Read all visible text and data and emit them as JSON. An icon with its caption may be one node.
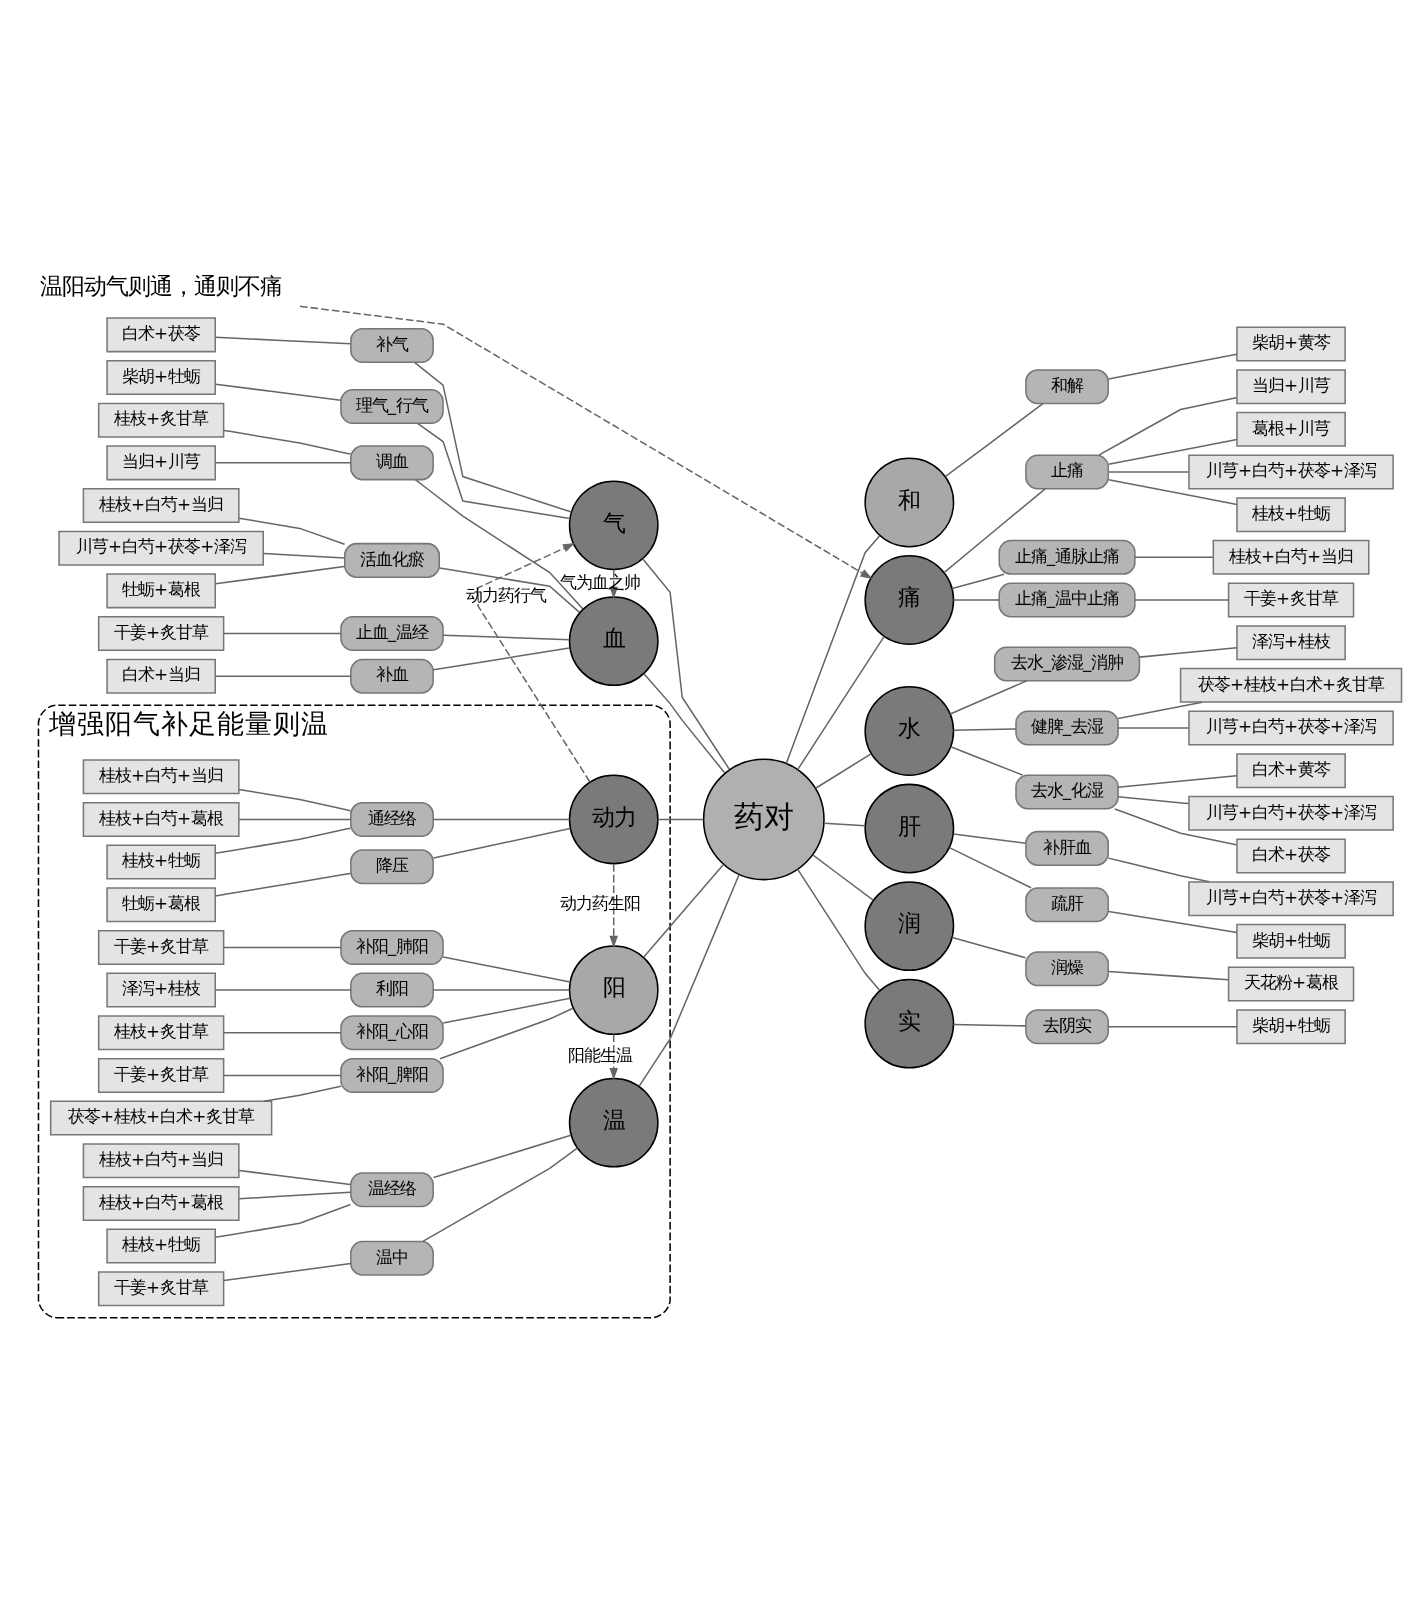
{
  "diagram": {
    "nodes": [
      {
        "text": [
          "增强阳气补足能量则温"
        ]
      },
      {
        "text": [
          "温"
        ],
        "in": 0
      },
      {
        "text": [
          "温经络"
        ],
        "in": 0
      },
      {
        "text": [
          "桂枝+白芍+当归"
        ],
        "in": 0
      },
      {
        "text": [
          "桂枝+白芍+葛根"
        ],
        "in": 0
      },
      {
        "text": [
          "桂枝+牡蛎"
        ],
        "in": 0
      },
      {
        "text": [
          "温中"
        ],
        "in": 0
      },
      {
        "text": [
          "干姜+炙甘草"
        ],
        "in": 0
      },
      {
        "text": [
          "阳"
        ],
        "in": 0
      },
      {
        "text": [
          "补阳_心阳"
        ],
        "in": 0
      },
      {
        "text": [
          "桂枝+炙甘草"
        ],
        "in": 0
      },
      {
        "text": [
          "补阳_脾阳"
        ],
        "in": 0
      },
      {
        "text": [
          "茯苓+桂枝+白术+炙甘草"
        ],
        "in": 0
      },
      {
        "text": [
          "干姜+炙甘草"
        ],
        "in": 0
      },
      {
        "text": [
          "补阳_肺阳"
        ],
        "in": 0
      },
      {
        "text": [
          "干姜+炙甘草"
        ],
        "in": 0
      },
      {
        "text": [
          "利阳"
        ],
        "in": 0
      },
      {
        "text": [
          "泽泻+桂枝"
        ],
        "in": 0
      },
      {
        "text": [
          "动力"
        ],
        "in": 0
      },
      {
        "text": [
          "通经络"
        ],
        "in": 0
      },
      {
        "text": [
          "桂枝+白芍+当归"
        ],
        "in": 0
      },
      {
        "text": [
          "桂枝+白芍+葛根"
        ],
        "in": 0
      },
      {
        "text": [
          "桂枝+牡蛎"
        ],
        "in": 0
      },
      {
        "text": [
          "降压"
        ],
        "in": 0
      },
      {
        "text": [
          "牡蛎+葛根"
        ],
        "in": 0
      },
      {
        "text": [
          "温阳动气则通，通则不痛"
        ]
      },
      {
        "text": [
          "药对"
        ]
      },
      {
        "text": [
          "气"
        ]
      },
      {
        "text": [
          "补气"
        ]
      },
      {
        "text": [
          "白术+茯苓"
        ]
      },
      {
        "text": [
          "理气_行气"
        ]
      },
      {
        "text": [
          "柴胡+牡蛎"
        ]
      },
      {
        "text": [
          "血"
        ]
      },
      {
        "text": [
          "调血"
        ]
      },
      {
        "text": [
          "桂枝+炙甘草"
        ]
      },
      {
        "text": [
          "当归+川芎"
        ]
      },
      {
        "text": [
          "活血化瘀"
        ]
      },
      {
        "text": [
          "桂枝+白芍+当归"
        ]
      },
      {
        "text": [
          "川芎+白芍+茯苓+泽泻"
        ]
      },
      {
        "text": [
          "牡蛎+葛根"
        ]
      },
      {
        "text": [
          "止血_温经"
        ]
      },
      {
        "text": [
          "干姜+炙甘草"
        ]
      },
      {
        "text": [
          "补血"
        ]
      },
      {
        "text": [
          "白术+当归"
        ]
      },
      {
        "text": [
          "和"
        ]
      },
      {
        "text": [
          "和解"
        ]
      },
      {
        "text": [
          "柴胡+黄芩"
        ]
      },
      {
        "text": [
          "痛"
        ]
      },
      {
        "text": [
          "止痛"
        ]
      },
      {
        "text": [
          "当归+川芎"
        ]
      },
      {
        "text": [
          "葛根+川芎"
        ]
      },
      {
        "text": [
          "川芎+白芍+茯苓+泽泻"
        ]
      },
      {
        "text": [
          "桂枝+牡蛎"
        ]
      },
      {
        "text": [
          "止痛_通脉止痛"
        ]
      },
      {
        "text": [
          "桂枝+白芍+当归"
        ]
      },
      {
        "text": [
          "止痛_温中止痛"
        ]
      },
      {
        "text": [
          "干姜+炙甘草"
        ]
      },
      {
        "text": [
          "水"
        ]
      },
      {
        "text": [
          "健脾_去湿"
        ]
      },
      {
        "text": [
          "茯苓+桂枝+白术+炙甘草"
        ]
      },
      {
        "text": [
          "川芎+白芍+茯苓+泽泻"
        ]
      },
      {
        "text": [
          "去水_化湿"
        ]
      },
      {
        "text": [
          "川芎+白芍+茯苓+泽泻"
        ]
      },
      {
        "text": [
          "白术+茯苓"
        ]
      },
      {
        "text": [
          "白术+黄芩"
        ]
      },
      {
        "text": [
          "去水_渗湿_消肿"
        ]
      },
      {
        "text": [
          "泽泻+桂枝"
        ]
      },
      {
        "text": [
          "肝"
        ]
      },
      {
        "text": [
          "补肝血"
        ]
      },
      {
        "text": [
          "川芎+白芍+茯苓+泽泻"
        ]
      },
      {
        "text": [
          "疏肝"
        ]
      },
      {
        "text": [
          "柴胡+牡蛎"
        ]
      },
      {
        "text": [
          "润"
        ]
      },
      {
        "text": [
          "润燥"
        ]
      },
      {
        "text": [
          "天花粉+葛根"
        ]
      },
      {
        "text": [
          "实"
        ]
      },
      {
        "text": [
          "去阴实"
        ]
      },
      {
        "text": [
          "柴胡+牡蛎"
        ]
      }
    ],
    "edges": [
      {
        "from": 3,
        "to": 2,
        "arrow": "none"
      },
      {
        "from": 4,
        "to": 2,
        "arrow": "none"
      },
      {
        "from": 5,
        "to": 2,
        "arrow": "none"
      },
      {
        "from": 2,
        "to": 1,
        "arrow": "none"
      },
      {
        "from": 7,
        "to": 6,
        "arrow": "none"
      },
      {
        "from": 6,
        "to": 1,
        "arrow": "none"
      },
      {
        "from": 1,
        "to": 26,
        "arrow": "none"
      },
      {
        "from": 10,
        "to": 9,
        "arrow": "none"
      },
      {
        "from": 9,
        "to": 8,
        "arrow": "none"
      },
      {
        "from": 12,
        "to": 11,
        "arrow": "none"
      },
      {
        "from": 13,
        "to": 11,
        "arrow": "none"
      },
      {
        "from": 11,
        "to": 8,
        "arrow": "none"
      },
      {
        "from": 15,
        "to": 14,
        "arrow": "none"
      },
      {
        "from": 14,
        "to": 8,
        "arrow": "none"
      },
      {
        "from": 17,
        "to": 16,
        "arrow": "none"
      },
      {
        "from": 16,
        "to": 8,
        "arrow": "none"
      },
      {
        "from": 8,
        "to": 26,
        "arrow": "none"
      },
      {
        "from": 20,
        "to": 19,
        "arrow": "none"
      },
      {
        "from": 21,
        "to": 19,
        "arrow": "none"
      },
      {
        "from": 22,
        "to": 19,
        "arrow": "none"
      },
      {
        "from": 19,
        "to": 18,
        "arrow": "none"
      },
      {
        "from": 24,
        "to": 23,
        "arrow": "none"
      },
      {
        "from": 23,
        "to": 18,
        "arrow": "none"
      },
      {
        "from": 18,
        "to": 26,
        "arrow": "none"
      },
      {
        "from": 29,
        "to": 28,
        "arrow": "none"
      },
      {
        "from": 28,
        "to": 27,
        "arrow": "none"
      },
      {
        "from": 31,
        "to": 30,
        "arrow": "none"
      },
      {
        "from": 30,
        "to": 27,
        "arrow": "none"
      },
      {
        "from": 27,
        "to": 26,
        "arrow": "none"
      },
      {
        "from": 34,
        "to": 33,
        "arrow": "none"
      },
      {
        "from": 35,
        "to": 33,
        "arrow": "none"
      },
      {
        "from": 33,
        "to": 32,
        "arrow": "none"
      },
      {
        "from": 37,
        "to": 36,
        "arrow": "none"
      },
      {
        "from": 38,
        "to": 36,
        "arrow": "none"
      },
      {
        "from": 39,
        "to": 36,
        "arrow": "none"
      },
      {
        "from": 36,
        "to": 32,
        "arrow": "none"
      },
      {
        "from": 41,
        "to": 40,
        "arrow": "none"
      },
      {
        "from": 40,
        "to": 32,
        "arrow": "none"
      },
      {
        "from": 43,
        "to": 42,
        "arrow": "none"
      },
      {
        "from": 42,
        "to": 32,
        "arrow": "none"
      },
      {
        "from": 32,
        "to": 26,
        "arrow": "none"
      },
      {
        "from": 8,
        "to": 1,
        "arrow": "to",
        "style": "dashed",
        "label": "阳能生温"
      },
      {
        "from": 18,
        "to": 8,
        "arrow": "to",
        "style": "dashed",
        "label": "动力药生阳"
      },
      {
        "from": 18,
        "to": 27,
        "arrow": "to",
        "style": "dashed",
        "label": "动力药行气"
      },
      {
        "from": 27,
        "to": 32,
        "arrow": "to",
        "style": "dashed",
        "label": "气为血之帅"
      },
      {
        "from": 25,
        "to": 47,
        "arrow": "to",
        "style": "dashed"
      },
      {
        "from": 26,
        "to": 44,
        "arrow": "none"
      },
      {
        "from": 44,
        "to": 45,
        "arrow": "none"
      },
      {
        "from": 45,
        "to": 46,
        "arrow": "none"
      },
      {
        "from": 26,
        "to": 47,
        "arrow": "none"
      },
      {
        "from": 47,
        "to": 48,
        "arrow": "none"
      },
      {
        "from": 48,
        "to": 49,
        "arrow": "none"
      },
      {
        "from": 48,
        "to": 50,
        "arrow": "none"
      },
      {
        "from": 48,
        "to": 51,
        "arrow": "none"
      },
      {
        "from": 48,
        "to": 52,
        "arrow": "none"
      },
      {
        "from": 47,
        "to": 53,
        "arrow": "none"
      },
      {
        "from": 53,
        "to": 54,
        "arrow": "none"
      },
      {
        "from": 47,
        "to": 55,
        "arrow": "none"
      },
      {
        "from": 55,
        "to": 56,
        "arrow": "none"
      },
      {
        "from": 26,
        "to": 57,
        "arrow": "none"
      },
      {
        "from": 57,
        "to": 58,
        "arrow": "none"
      },
      {
        "from": 58,
        "to": 59,
        "arrow": "none"
      },
      {
        "from": 58,
        "to": 60,
        "arrow": "none"
      },
      {
        "from": 57,
        "to": 61,
        "arrow": "none"
      },
      {
        "from": 61,
        "to": 62,
        "arrow": "none"
      },
      {
        "from": 61,
        "to": 63,
        "arrow": "none"
      },
      {
        "from": 61,
        "to": 64,
        "arrow": "none"
      },
      {
        "from": 57,
        "to": 65,
        "arrow": "none"
      },
      {
        "from": 65,
        "to": 66,
        "arrow": "none"
      },
      {
        "from": 26,
        "to": 67,
        "arrow": "none"
      },
      {
        "from": 67,
        "to": 68,
        "arrow": "none"
      },
      {
        "from": 68,
        "to": 69,
        "arrow": "none"
      },
      {
        "from": 67,
        "to": 70,
        "arrow": "none"
      },
      {
        "from": 70,
        "to": 71,
        "arrow": "none"
      },
      {
        "from": 26,
        "to": 72,
        "arrow": "none"
      },
      {
        "from": 72,
        "to": 73,
        "arrow": "none"
      },
      {
        "from": 73,
        "to": 74,
        "arrow": "none"
      },
      {
        "from": 26,
        "to": 75,
        "arrow": "none"
      },
      {
        "from": 75,
        "to": 76,
        "arrow": "none"
      },
      {
        "from": 76,
        "to": 77,
        "arrow": "none"
      }
    ]
  }
}
